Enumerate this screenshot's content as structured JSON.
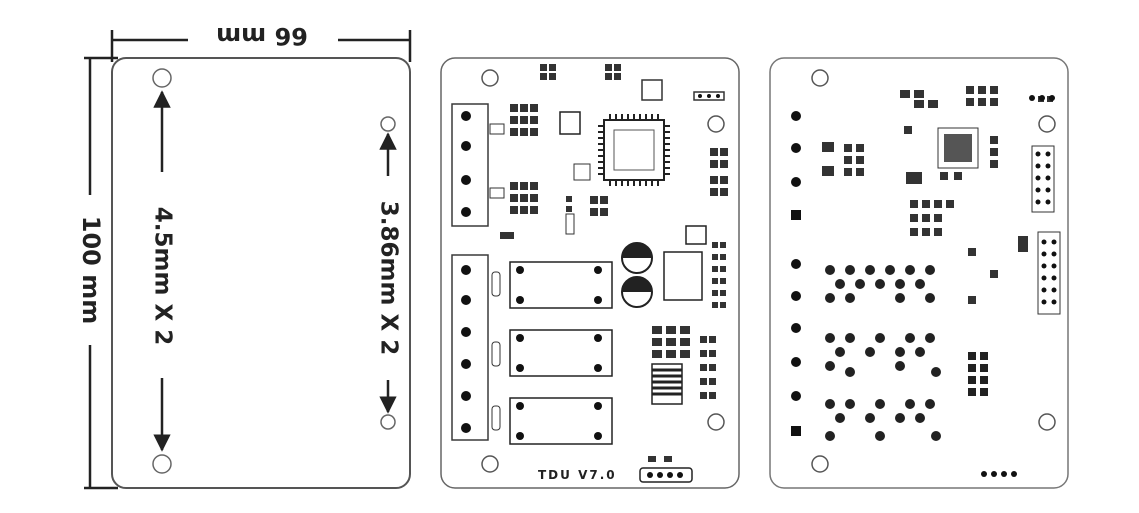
{
  "dimensions": {
    "width_label": "66 mm",
    "height_label": "100 mm",
    "hole_spacing_left_label": "4.5mm X 2",
    "hole_spacing_right_label": "3.86mm X 2"
  },
  "board": {
    "model_label": "TDU V7.0"
  },
  "colors": {
    "ink": "#222222",
    "outline": "#555555",
    "component": "#3a3a3a",
    "pad": "#111111",
    "silk": "#777777"
  }
}
